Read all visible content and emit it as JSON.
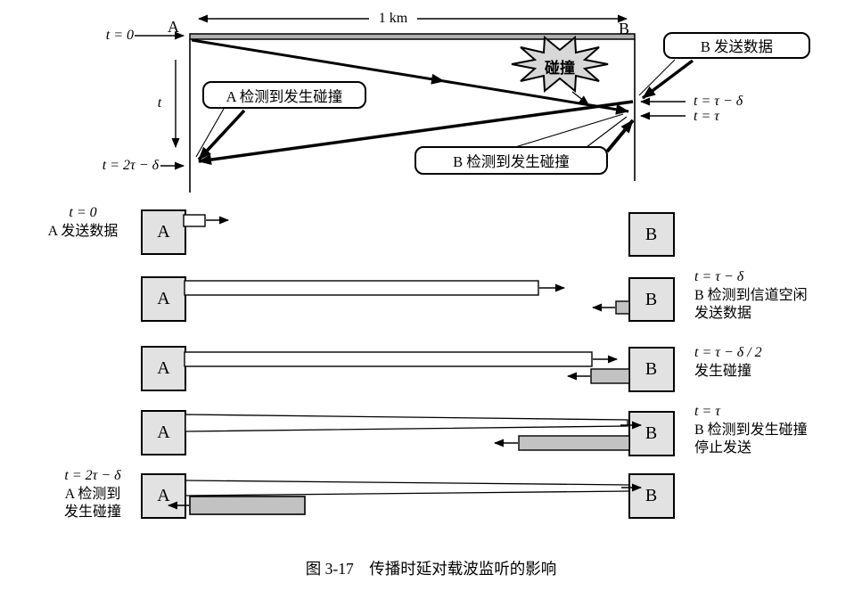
{
  "top": {
    "station_a": "A",
    "station_b": "B",
    "distance": "1 km",
    "t0": "t = 0",
    "time_axis": "t",
    "t_2tau_minus_delta": "t = 2τ − δ",
    "t_tau_minus_delta": "t = τ − δ",
    "t_tau": "t = τ",
    "collision": "碰撞",
    "callout_a_detect": "A 检测到发生碰撞",
    "callout_b_send": "B 发送数据",
    "callout_b_detect": "B 检测到发生碰撞"
  },
  "rows": [
    {
      "station_a": "A",
      "station_b": "B",
      "lines": [
        "t = 0",
        "A 发送数据"
      ]
    },
    {
      "station_a": "A",
      "station_b": "B",
      "lines": [
        "t = τ − δ",
        "B 检测到信道空闲",
        "发送数据"
      ]
    },
    {
      "station_a": "A",
      "station_b": "B",
      "lines": [
        "t = τ − δ / 2",
        "发生碰撞"
      ]
    },
    {
      "station_a": "A",
      "station_b": "B",
      "lines": [
        "t = τ",
        "B 检测到发生碰撞",
        "停止发送"
      ]
    },
    {
      "station_a": "A",
      "station_b": "B",
      "lines": [
        "t = 2τ − δ",
        "A 检测到",
        "发生碰撞"
      ]
    }
  ],
  "caption": "图 3-17　传播时延对载波监听的影响",
  "colors": {
    "ink": "#000000",
    "box_fill": "#e2e2e2",
    "bar_gray": "#c2c2c2",
    "star_fill": "#d8d8d8",
    "background": "#ffffff"
  }
}
